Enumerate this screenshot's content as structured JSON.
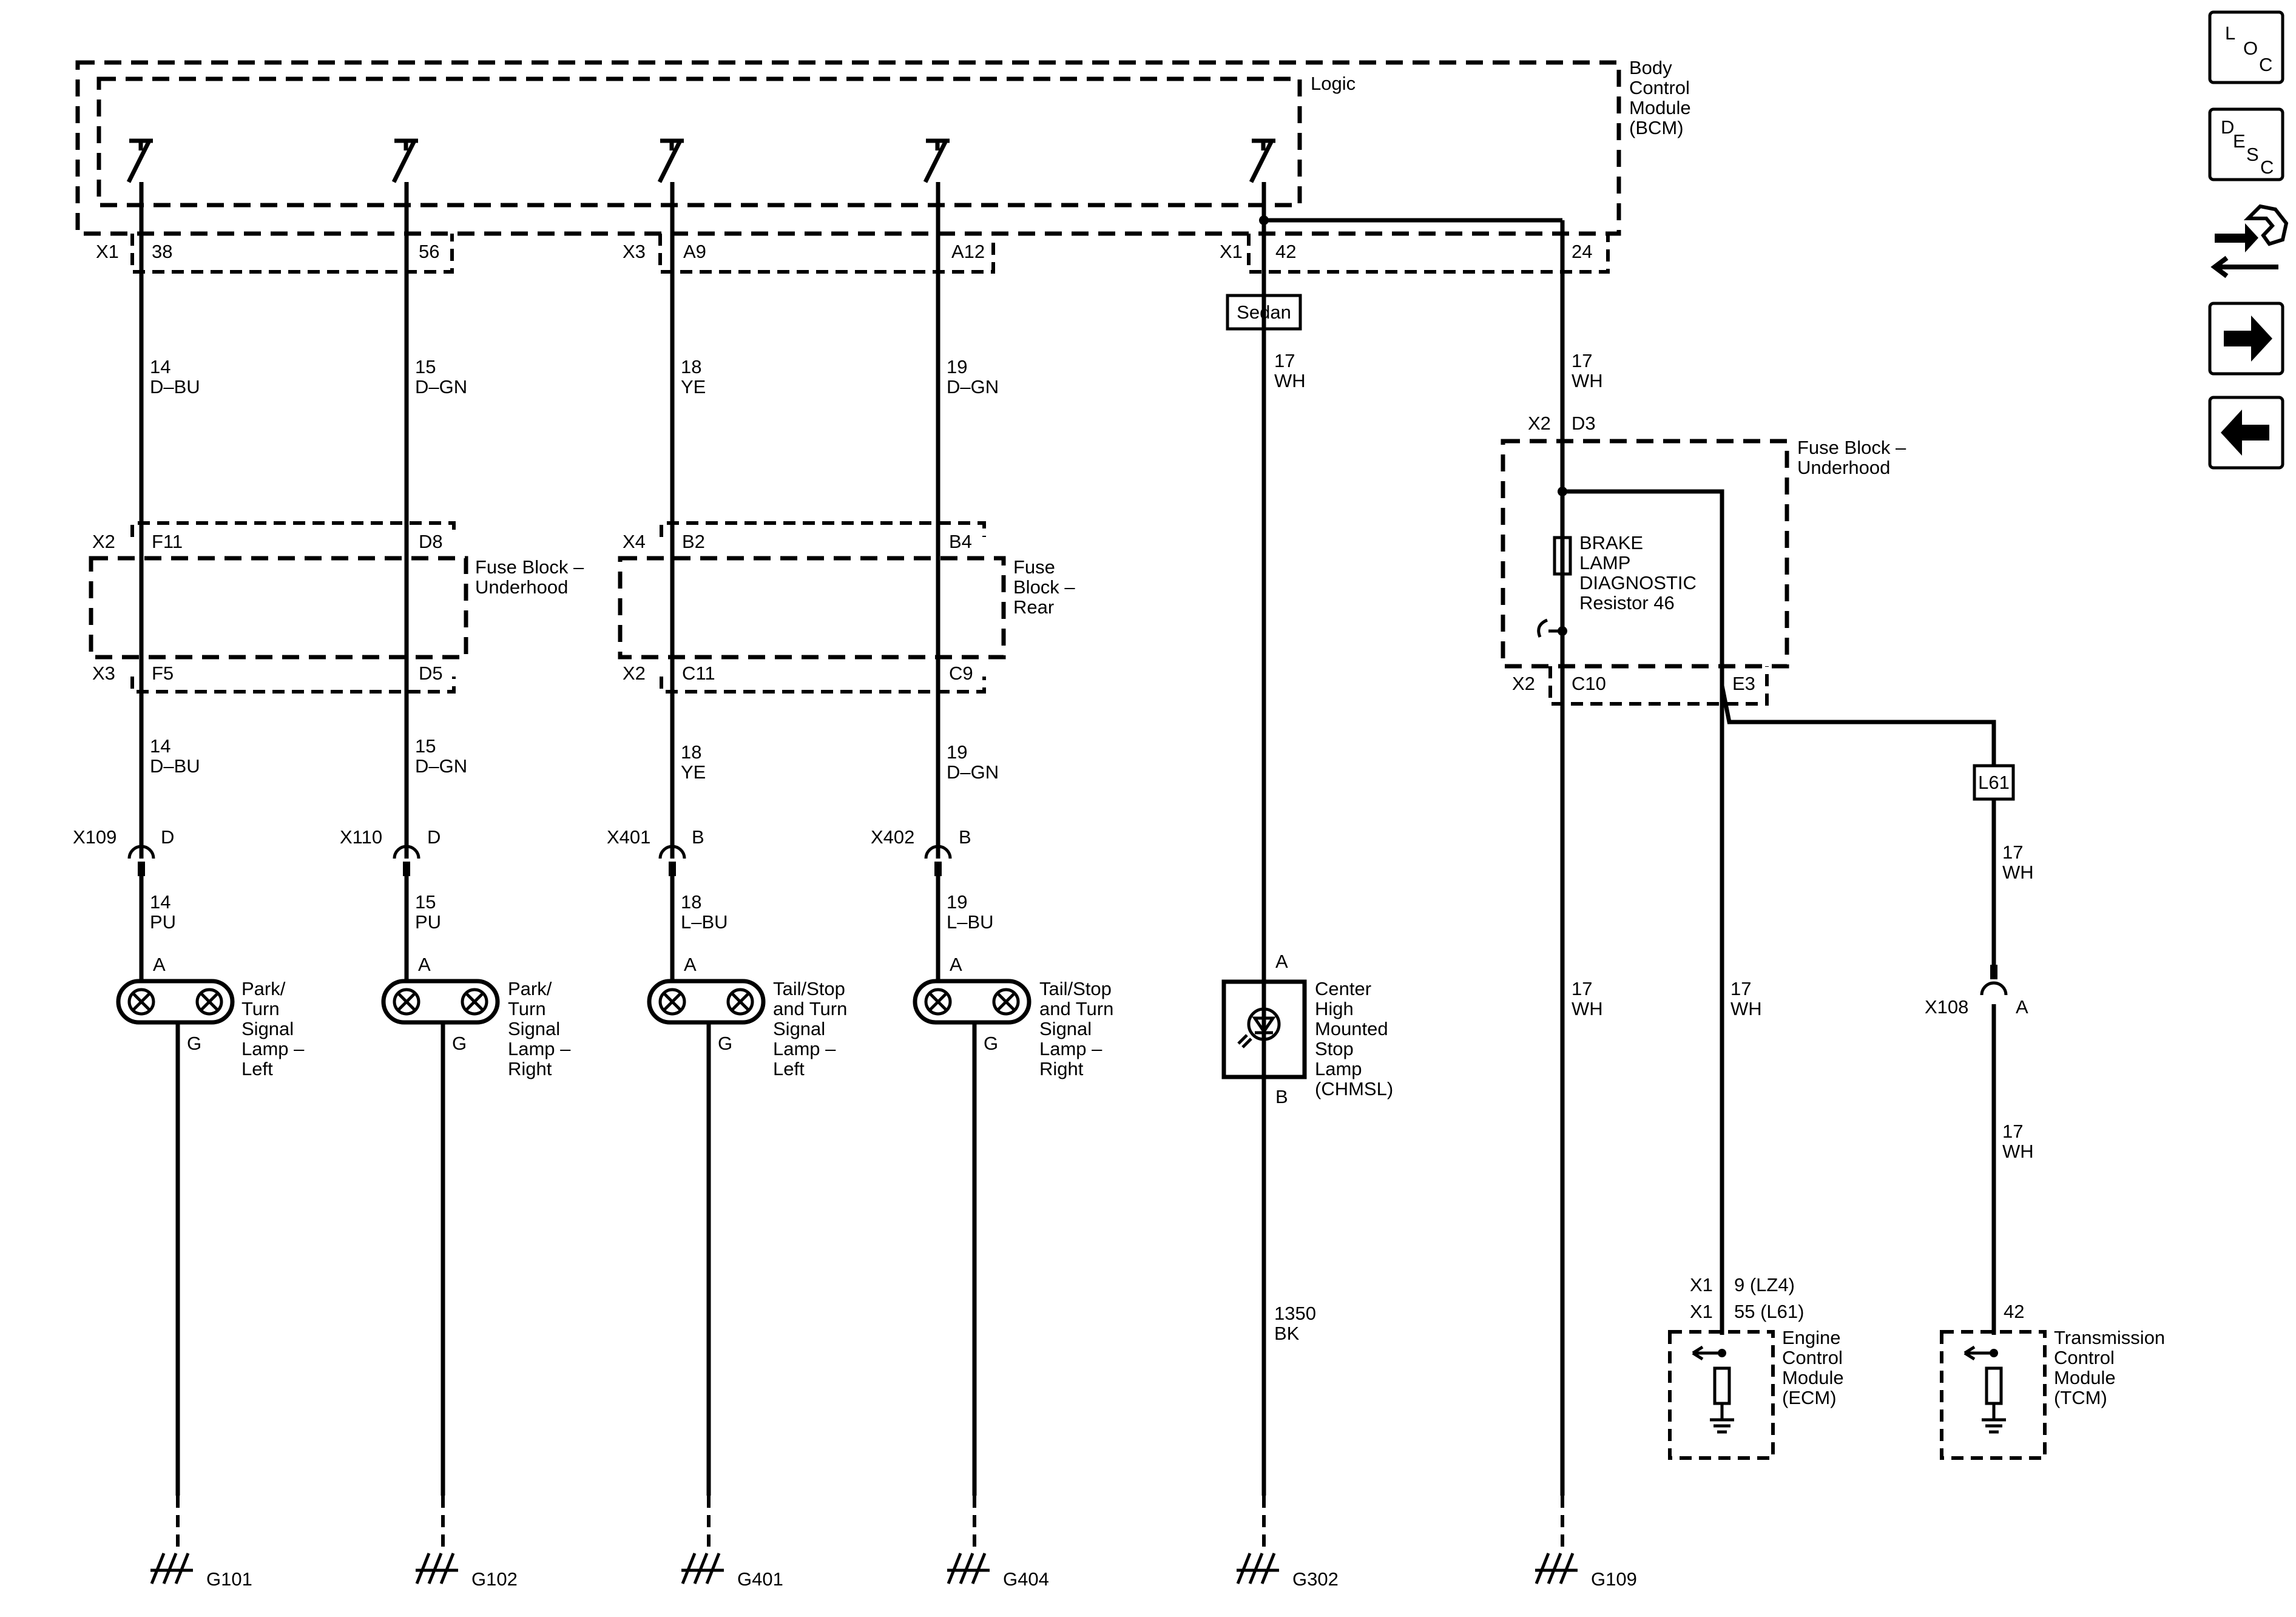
{
  "modules": {
    "bcm": {
      "name_lines": [
        "Body",
        "Control",
        "Module",
        "(BCM)"
      ],
      "logic": "Logic"
    },
    "fuse_uh": {
      "lines": [
        "Fuse Block –",
        "Underhood"
      ]
    },
    "fuse_rear": {
      "lines": [
        "Fuse",
        "Block –",
        "Rear"
      ]
    },
    "fuse_uh2": {
      "lines": [
        "Fuse Block –",
        "Underhood"
      ]
    },
    "resistor": {
      "lines": [
        "BRAKE",
        "LAMP",
        "DIAGNOSTIC",
        "Resistor 46"
      ]
    },
    "ecm": {
      "lines": [
        "Engine",
        "Control",
        "Module",
        "(ECM)"
      ]
    },
    "tcm": {
      "lines": [
        "Transmission",
        "Control",
        "Module",
        "(TCM)"
      ]
    },
    "chmsl": {
      "lines": [
        "Center",
        "High",
        "Mounted",
        "Stop",
        "Lamp",
        "(CHMSL)"
      ]
    }
  },
  "circuits": [
    {
      "bcm_conn": "X1",
      "bcm_pin": "38",
      "wire1": [
        "14",
        "D–BU"
      ],
      "fb_top_conn": "X2",
      "fb_top_pin": "F11",
      "fb_bot_conn": "X3",
      "fb_bot_pin": "F5",
      "wire2": [
        "14",
        "D–BU"
      ],
      "inline_conn": "X109",
      "inline_pin": "D",
      "wire3": [
        "14",
        "PU"
      ],
      "lamp_lines": [
        "Park/",
        "Turn",
        "Signal",
        "Lamp –",
        "Left"
      ],
      "pin_a": "A",
      "pin_g": "G",
      "ground": "G101"
    },
    {
      "bcm_pin": "56",
      "wire1": [
        "15",
        "D–GN"
      ],
      "fb_top_pin": "D8",
      "fb_bot_pin": "D5",
      "wire2": [
        "15",
        "D–GN"
      ],
      "inline_conn": "X110",
      "inline_pin": "D",
      "wire3": [
        "15",
        "PU"
      ],
      "lamp_lines": [
        "Park/",
        "Turn",
        "Signal",
        "Lamp –",
        "Right"
      ],
      "pin_a": "A",
      "pin_g": "G",
      "ground": "G102"
    },
    {
      "bcm_conn": "X3",
      "bcm_pin": "A9",
      "wire1": [
        "18",
        "YE"
      ],
      "fb_top_conn": "X4",
      "fb_top_pin": "B2",
      "fb_bot_conn": "X2",
      "fb_bot_pin": "C11",
      "wire2": [
        "18",
        "YE"
      ],
      "inline_conn": "X401",
      "inline_pin": "B",
      "wire3": [
        "18",
        "L–BU"
      ],
      "lamp_lines": [
        "Tail/Stop",
        "and Turn",
        "Signal",
        "Lamp –",
        "Left"
      ],
      "pin_a": "A",
      "pin_g": "G",
      "ground": "G401"
    },
    {
      "bcm_pin": "A12",
      "wire1": [
        "19",
        "D–GN"
      ],
      "fb_top_pin": "B4",
      "fb_bot_pin": "C9",
      "wire2": [
        "19",
        "D–GN"
      ],
      "inline_conn": "X402",
      "inline_pin": "B",
      "wire3": [
        "19",
        "L–BU"
      ],
      "lamp_lines": [
        "Tail/Stop",
        "and Turn",
        "Signal",
        "Lamp –",
        "Right"
      ],
      "pin_a": "A",
      "pin_g": "G",
      "ground": "G404"
    }
  ],
  "center": {
    "bcm_conn": "X1",
    "bcm_pin": "42",
    "option": "Sedan",
    "wire1": [
      "17",
      "WH"
    ],
    "pin_a": "A",
    "pin_b": "B",
    "wire2": [
      "1350",
      "BK"
    ],
    "ground": "G302"
  },
  "right": {
    "bcm_pin": "24",
    "wire1": [
      "17",
      "WH"
    ],
    "fb_conn": "X2",
    "fb_pin": "D3",
    "fb_bot_conn": "X2",
    "fb_bot_pin1": "C10",
    "fb_bot_pin2": "E3",
    "wire_g109": [
      "17",
      "WH"
    ],
    "ground": "G109",
    "wire_ecm": [
      "17",
      "WH"
    ],
    "ecm_conn1": "X1",
    "ecm_pin1": "9 (LZ4)",
    "ecm_conn2": "X1",
    "ecm_pin2": "55 (L61)",
    "option": "L61",
    "wire_l61": [
      "17",
      "WH"
    ],
    "tcm_inline_conn": "X108",
    "tcm_inline_pin": "A",
    "wire_tcm": [
      "17",
      "WH"
    ],
    "tcm_pin": "42"
  },
  "nav": {
    "loc": [
      "L",
      "O",
      "C"
    ],
    "desc": [
      "D",
      "E",
      "S",
      "C"
    ]
  }
}
